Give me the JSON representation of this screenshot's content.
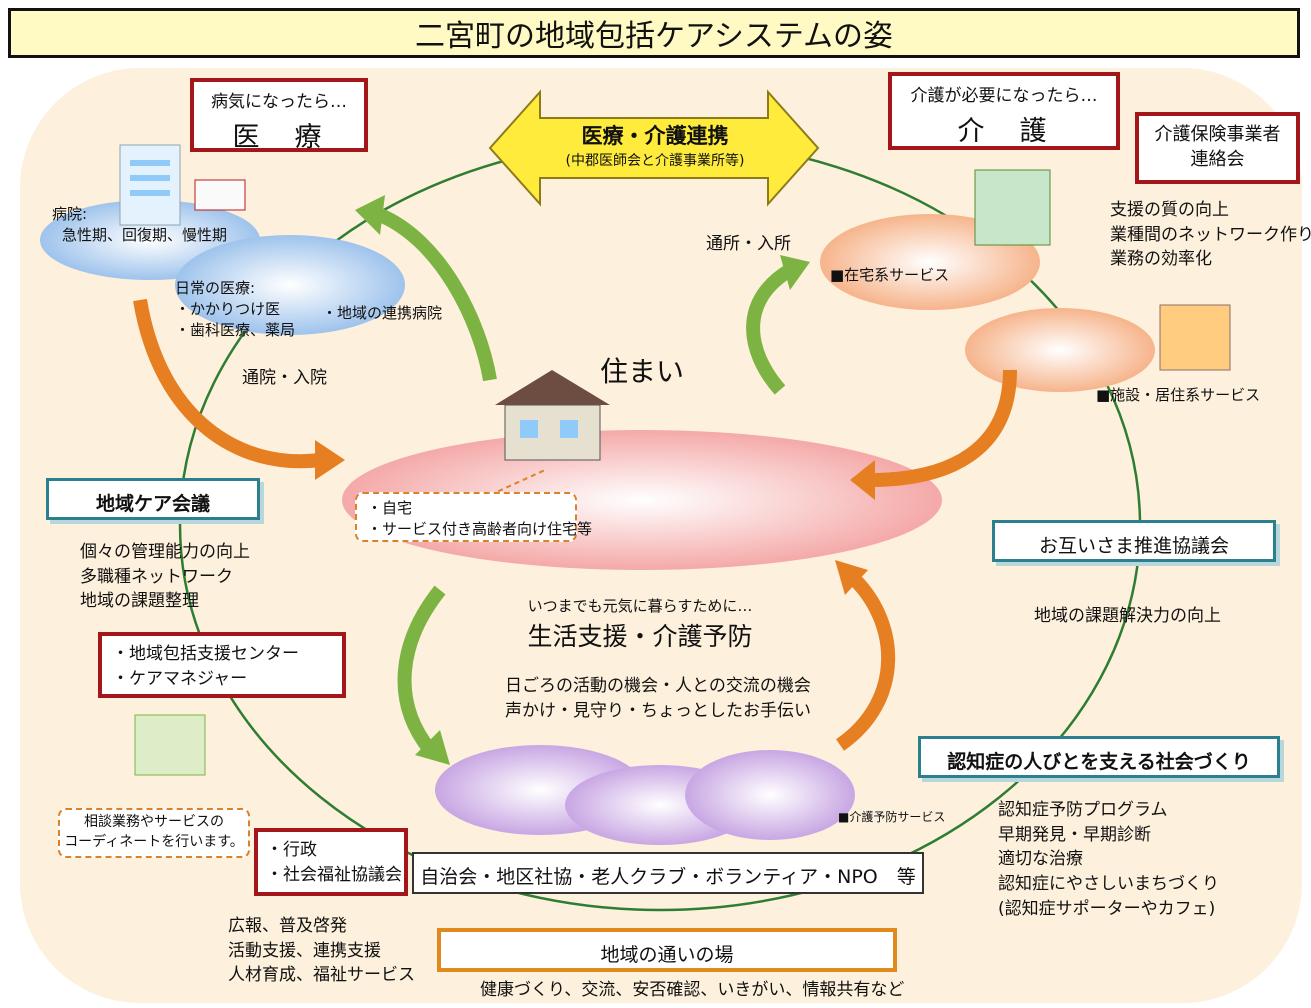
{
  "title": "二宮町の地域包括ケアシステムの姿",
  "medical": {
    "lead": "病気になったら…",
    "heading": "医　療",
    "hospital": [
      "病院:",
      "急性期、回復期、慢性期"
    ],
    "daily": [
      "日常の医療:",
      "・かかりつけ医",
      "・歯科医療、薬局"
    ],
    "linked": "・地域の連携病院",
    "commute": "通院・入院"
  },
  "collab": {
    "title": "医療・介護連携",
    "sub": "(中郡医師会と介護事業所等)"
  },
  "care": {
    "lead": "介護が必要になったら…",
    "heading": "介　護",
    "visit": "通所・入所",
    "home_service": "■在宅系サービス",
    "facility_service": "■施設・居住系サービス"
  },
  "council": {
    "label": [
      "介護保険事業者",
      "連絡会"
    ],
    "items": [
      "支援の質の向上",
      "業種間のネットワーク作り",
      "業務の効率化"
    ]
  },
  "housing": {
    "title": "住まい",
    "items": [
      "・自宅",
      "・サービス付き高齢者向け住宅等"
    ]
  },
  "community_meeting": {
    "label": "地域ケア会議",
    "items": [
      "個々の管理能力の向上",
      "多職種ネットワーク",
      "地域の課題整理"
    ]
  },
  "support_center": {
    "items": [
      "・地域包括支援センター",
      "・ケアマネジャー"
    ],
    "note": [
      "相談業務やサービスの",
      "コーディネートを行います。"
    ]
  },
  "mutual": {
    "label": "お互いさま推進協議会",
    "desc": "地域の課題解決力の向上"
  },
  "life": {
    "lead": "いつまでも元気に暮らすために…",
    "title": "生活支援・介護予防",
    "items": [
      "日ごろの活動の機会・人との交流の機会",
      "声かけ・見守り・ちょっとしたお手伝い"
    ],
    "prevention_service": "■介護予防サービス"
  },
  "orgs": "自治会・地区社協・老人クラブ・ボランティア・NPO　等",
  "admin": {
    "items": [
      "・行政",
      "・社会福祉協議会"
    ],
    "desc": [
      "広報、普及啓発",
      "活動支援、連携支援",
      "人材育成、福祉サービス"
    ]
  },
  "dementia": {
    "label": "認知症の人びとを支える社会づくり",
    "items": [
      "認知症予防プログラム",
      "早期発見・早期診断",
      "適切な治療",
      "認知症にやさしいまちづくり",
      "(認知症サポーターやカフェ)"
    ]
  },
  "gathering": {
    "label": "地域の通いの場",
    "desc": "健康づくり、交流、安否確認、いきがい、情報共有など"
  },
  "colors": {
    "red_border": "#a3171b",
    "teal_border": "#2c7f8c",
    "orange_border": "#e08a1e",
    "green_ring": "#2e7d32",
    "arrow_green": "#7cb342",
    "arrow_orange": "#e67e22",
    "title_bg": "#fff9c4"
  }
}
